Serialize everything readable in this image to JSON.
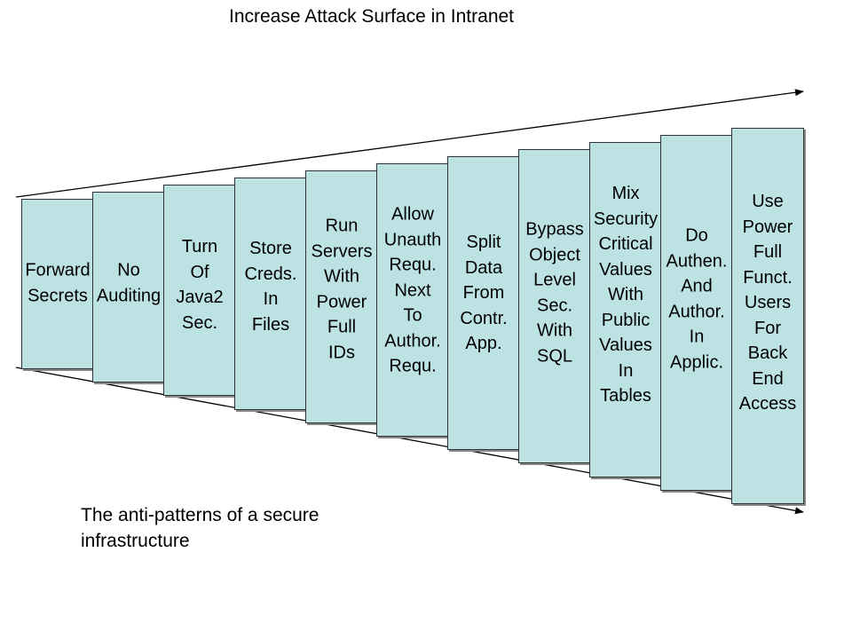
{
  "title": "Increase Attack Surface in Intranet",
  "caption": [
    "The anti-patterns of a secure",
    "infrastructure"
  ],
  "colors": {
    "box_fill": "#bde2e4",
    "box_border": "#333333",
    "line": "#000000",
    "shadow": "#888888"
  },
  "steps": [
    {
      "lines": [
        "Forward",
        "Secrets"
      ]
    },
    {
      "lines": [
        "No",
        "Auditing"
      ]
    },
    {
      "lines": [
        "Turn",
        "Of",
        "Java2",
        "Sec."
      ]
    },
    {
      "lines": [
        "Store",
        "Creds.",
        "In",
        "Files"
      ]
    },
    {
      "lines": [
        "Run",
        "Servers",
        "With",
        "Power",
        "Full",
        "IDs"
      ]
    },
    {
      "lines": [
        "Allow",
        "Unauth",
        "Requ.",
        "Next",
        "To",
        "Author.",
        "Requ."
      ]
    },
    {
      "lines": [
        "Split",
        "Data",
        "From",
        "Contr.",
        "App."
      ]
    },
    {
      "lines": [
        "Bypass",
        "Object",
        "Level",
        "Sec.",
        "With",
        "SQL"
      ]
    },
    {
      "lines": [
        "Mix",
        "Security",
        "Critical",
        "Values",
        "With",
        "Public",
        "Values",
        "In",
        "Tables"
      ]
    },
    {
      "lines": [
        "Do",
        "Authen.",
        "And",
        "Author.",
        "In",
        "Applic."
      ]
    },
    {
      "lines": [
        "Use",
        "Power",
        "Full",
        "Funct.",
        "Users",
        "For",
        "Back",
        "End",
        "Access"
      ]
    }
  ]
}
